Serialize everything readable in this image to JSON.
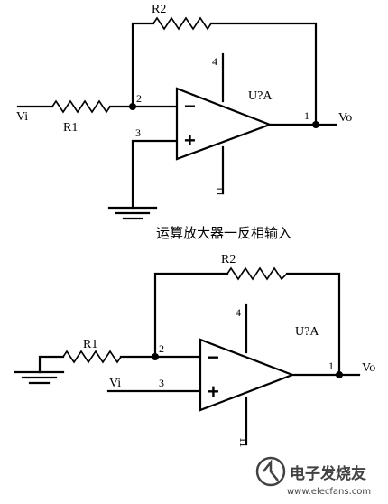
{
  "top_circuit": {
    "caption": "运算放大器一反相输入",
    "feedback_resistor": "R2",
    "input_resistor": "R1",
    "input_label": "Vi",
    "output_label": "Vo",
    "amp_label": "U?A",
    "pin_inv": "2",
    "pin_noninv": "3",
    "pin_out": "1",
    "pin_vplus": "4",
    "pin_vminus": "11",
    "minus_sign": "−",
    "plus_sign": "+"
  },
  "bottom_circuit": {
    "feedback_resistor": "R2",
    "input_resistor": "R1",
    "input_label": "Vi",
    "output_label": "Vo",
    "amp_label": "U?A",
    "pin_inv": "2",
    "pin_noninv": "3",
    "pin_out": "1",
    "pin_vplus": "4",
    "pin_vminus": "11",
    "minus_sign": "−",
    "plus_sign": "+"
  },
  "watermark": {
    "brand": "电子发烧友",
    "site": "www.elecfans.com"
  }
}
